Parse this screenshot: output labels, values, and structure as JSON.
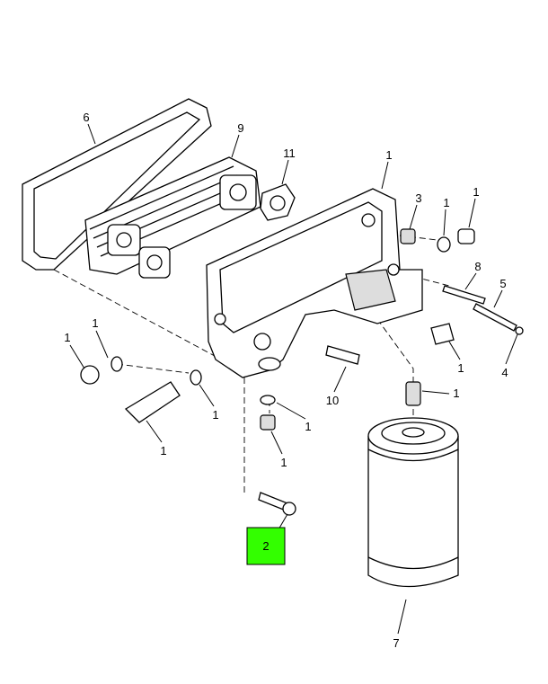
{
  "diagram": {
    "highlight_color": "#33ff00",
    "callouts": [
      "6",
      "9",
      "11",
      "1",
      "3",
      "1",
      "1",
      "8",
      "5",
      "4",
      "1",
      "1",
      "1",
      "10",
      "1",
      "1",
      "1",
      "1",
      "1",
      "2",
      "7"
    ],
    "highlighted_callout": "2"
  }
}
